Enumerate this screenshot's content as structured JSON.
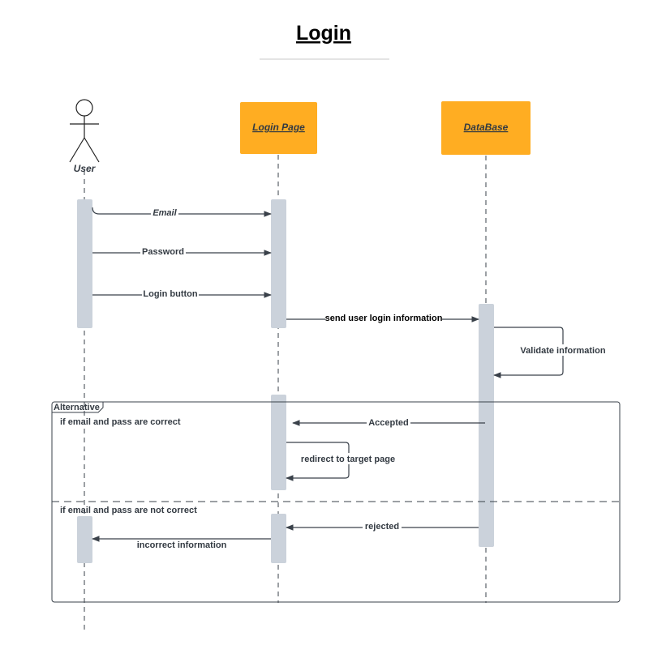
{
  "title": "Login",
  "participants": {
    "user": {
      "label": "User"
    },
    "login_page": {
      "label": "Login Page"
    },
    "database": {
      "label": "DataBase"
    }
  },
  "messages": {
    "email": "Email",
    "password": "Password",
    "login_button": "Login button",
    "send_info": "send user login information",
    "validate": "Validate information",
    "accepted": "Accepted",
    "redirect": "redirect to target page",
    "rejected": "rejected",
    "incorrect": "incorrect information"
  },
  "fragment": {
    "label": "Alternative",
    "guard_1": "if email and pass are correct",
    "guard_2": "if email and pass are not correct"
  },
  "colors": {
    "participant_fill": "#ffad22",
    "activation_fill": "#cbd2db",
    "line": "#3a414a",
    "text": "#333a42"
  }
}
